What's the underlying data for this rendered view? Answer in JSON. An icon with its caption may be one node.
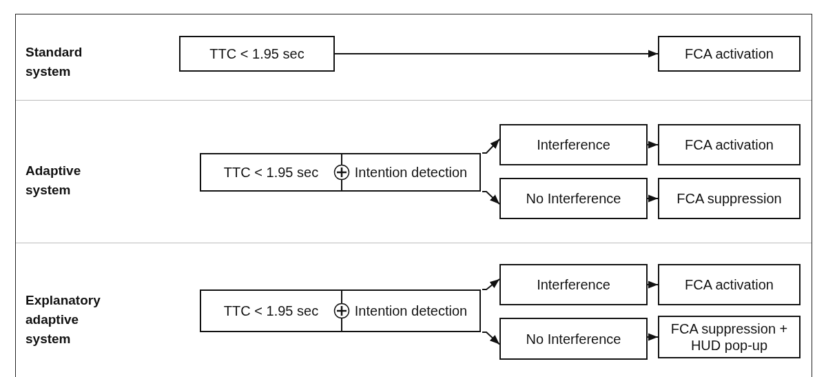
{
  "diagram": {
    "nodes": [
      {
        "text": [
          "TTC < 1.95 sec"
        ]
      },
      {
        "text": [
          "FCA activation"
        ]
      },
      {
        "text": [
          "TTC < 1.95 sec"
        ]
      },
      {
        "text": [
          "Intention detection"
        ]
      },
      {
        "text": [
          "Interference"
        ]
      },
      {
        "text": [
          "FCA activation"
        ]
      },
      {
        "text": [
          "No Interference"
        ]
      },
      {
        "text": [
          "FCA suppression"
        ]
      },
      {
        "text": [
          "TTC < 1.95 sec"
        ]
      },
      {
        "text": [
          "Intention detection"
        ]
      },
      {
        "text": [
          "Interference"
        ]
      },
      {
        "text": [
          "FCA activation"
        ]
      },
      {
        "text": [
          "No Interference"
        ]
      },
      {
        "text": [
          "FCA suppression + HUD pop-up"
        ]
      }
    ],
    "edges": [
      {
        "from": 0,
        "to": 1,
        "arrow": "to"
      },
      {
        "from": 3,
        "to": 4,
        "arrow": "to"
      },
      {
        "from": 3,
        "to": 6,
        "arrow": "to"
      },
      {
        "from": 4,
        "to": 5,
        "arrow": "to"
      },
      {
        "from": 6,
        "to": 7,
        "arrow": "to"
      },
      {
        "from": 9,
        "to": 10,
        "arrow": "to"
      },
      {
        "from": 9,
        "to": 12,
        "arrow": "to"
      },
      {
        "from": 10,
        "to": 11,
        "arrow": "to"
      },
      {
        "from": 12,
        "to": 13,
        "arrow": "to"
      }
    ],
    "labels": [
      "Standard system",
      "Adaptive system",
      "Explanatory adaptive system"
    ]
  }
}
